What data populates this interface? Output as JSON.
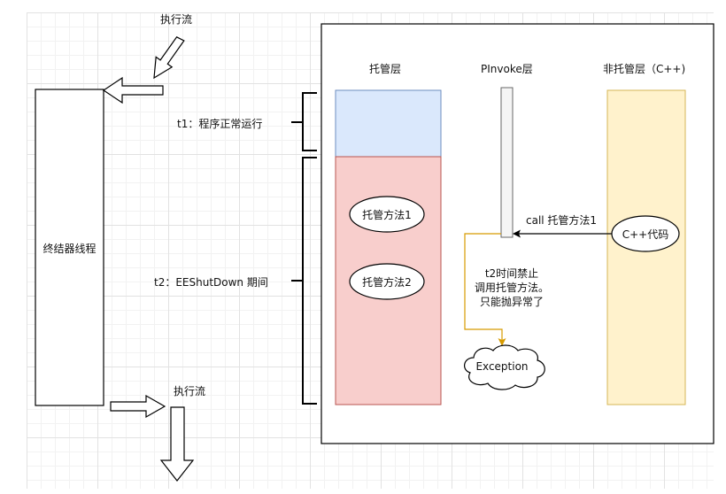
{
  "labels": {
    "exec_flow_top": "执行流",
    "exec_flow_bottom": "执行流",
    "finalizer_thread": "终结器线程",
    "t1": "t1：程序正常运行",
    "t2": "t2：EEShutDown 期间",
    "managed_layer": "托管层",
    "pinvoke_layer": "PInvoke层",
    "unmanaged_layer": "非托管层（C++)",
    "method1": "托管方法1",
    "method2": "托管方法2",
    "cpp_code": "C++代码",
    "call_label": "call 托管方法1",
    "note_line1": "t2时间禁止",
    "note_line2": "调用托管方法。",
    "note_line3": "只能抛异常了",
    "exception": "Exception"
  },
  "colors": {
    "managed_normal_fill": "#dae8fc",
    "managed_normal_stroke": "#6c8ebf",
    "managed_shutdown_fill": "#f8cecc",
    "managed_shutdown_stroke": "#b85450",
    "unmanaged_fill": "#fff2cc",
    "unmanaged_stroke": "#d6b656",
    "pinvoke_fill": "#f5f5f5",
    "pinvoke_stroke": "#666666",
    "exception_arrow": "#d79b00"
  }
}
